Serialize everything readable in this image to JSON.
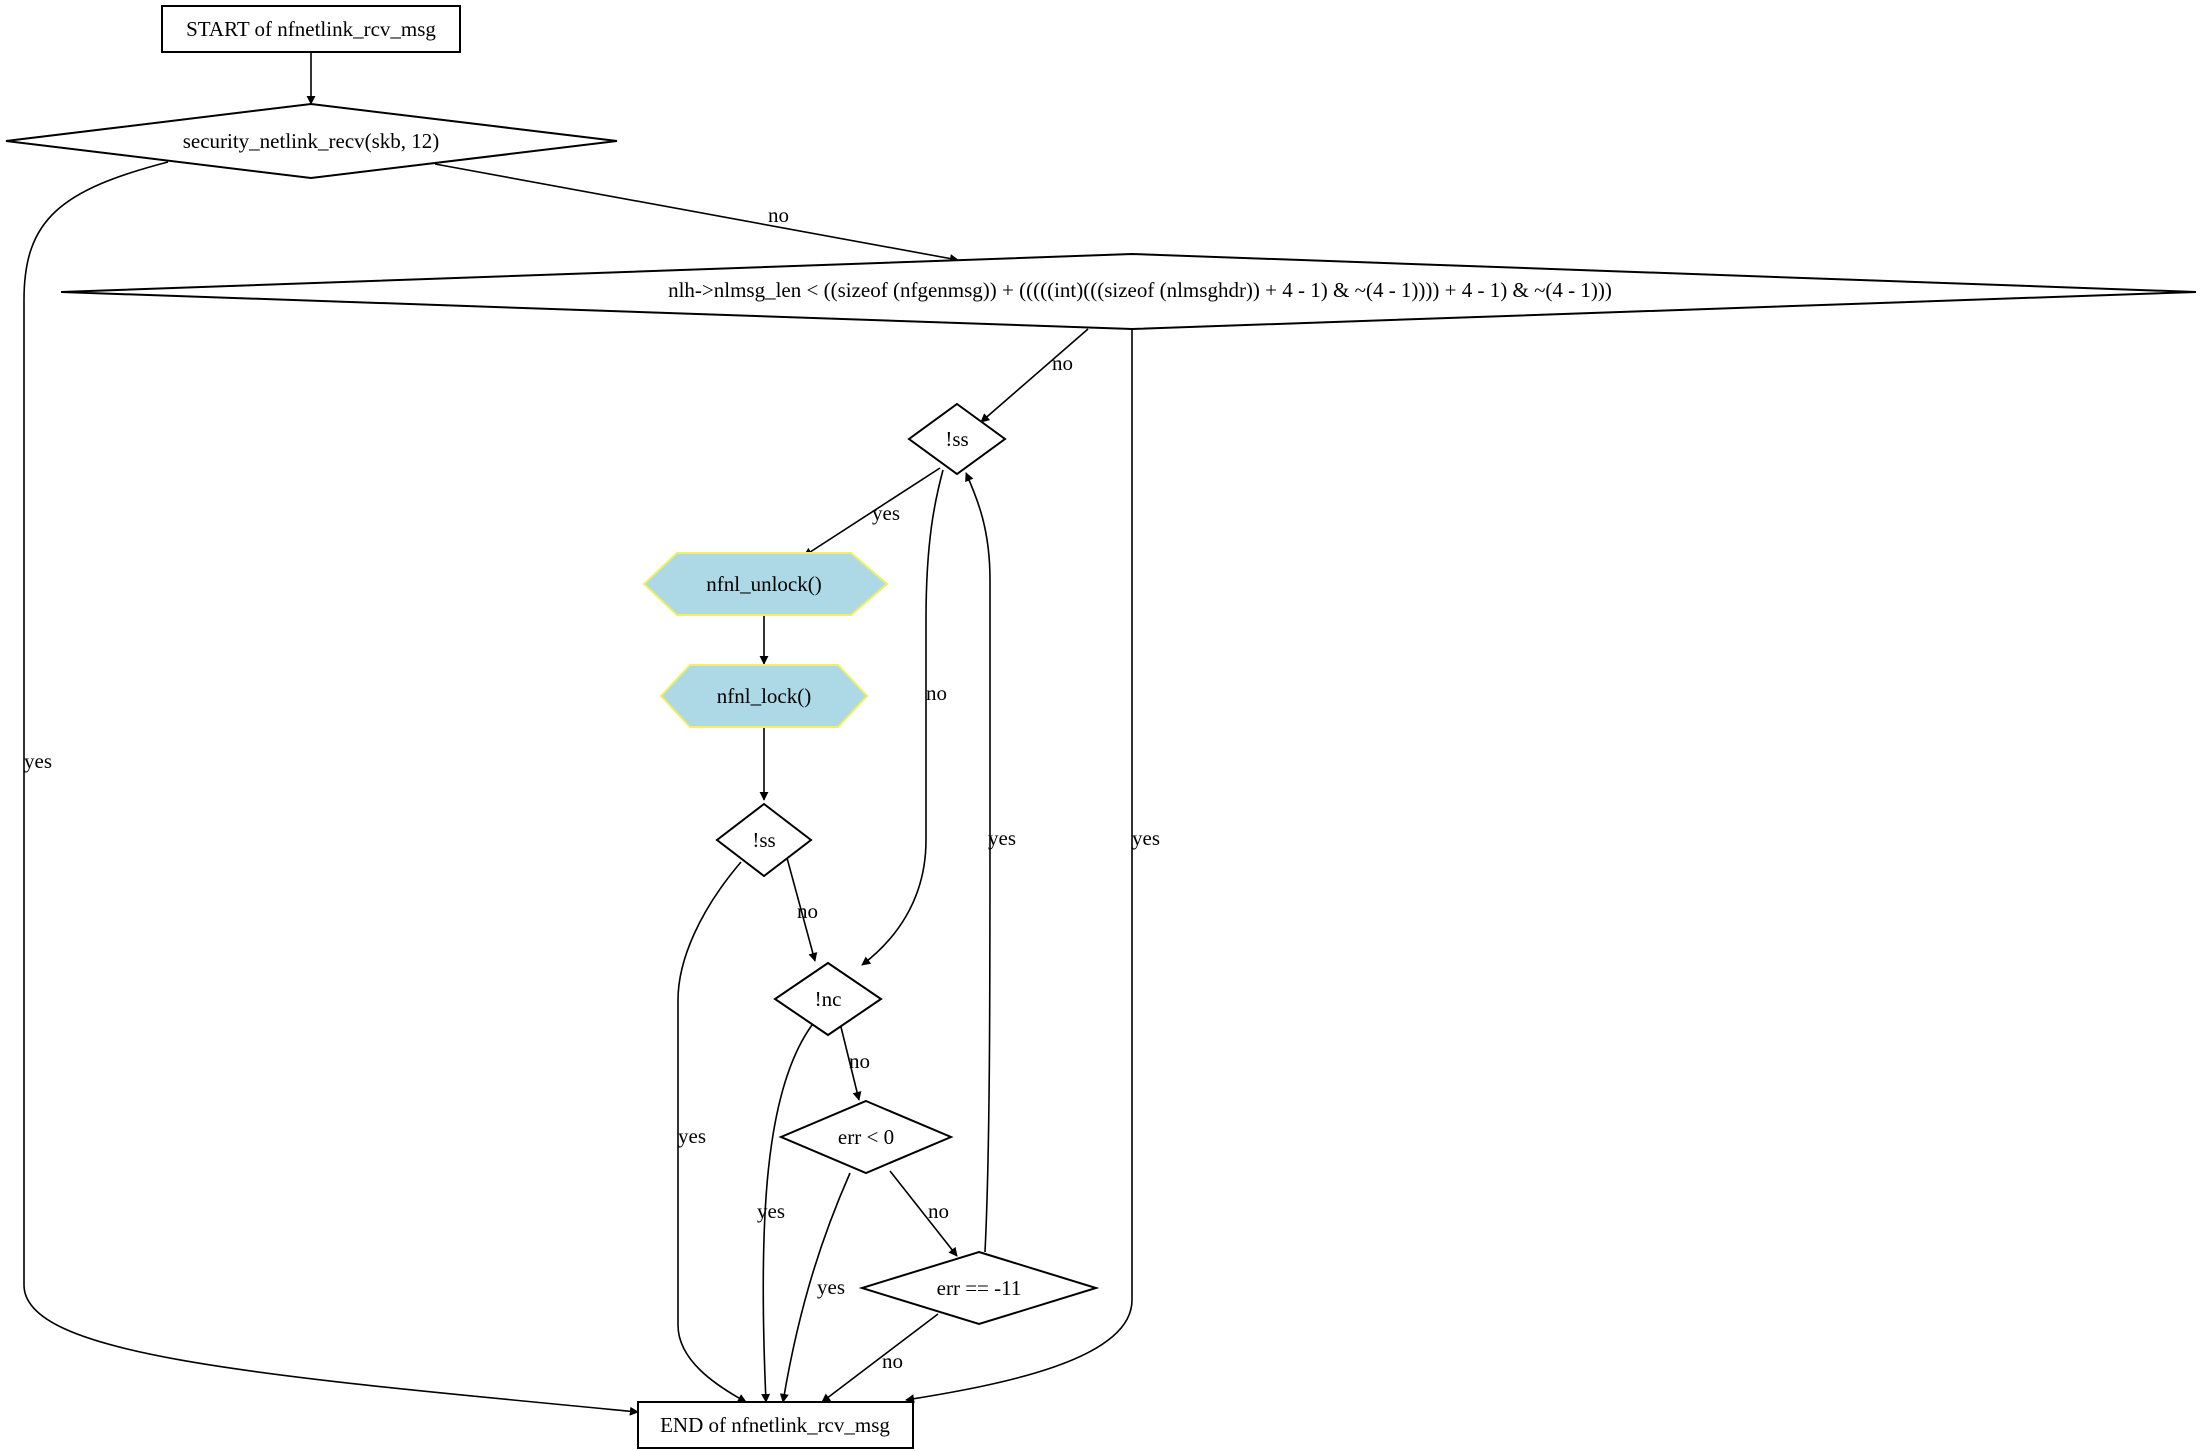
{
  "diagram": {
    "nodes": {
      "start": "START of nfnetlink_rcv_msg",
      "security_check": "security_netlink_recv(skb, 12)",
      "len_check": "nlh->nlmsg_len < ((sizeof (nfgenmsg)) + (((((int)(((sizeof (nlmsghdr)) + 4 - 1) & ~(4 - 1)))) + 4 - 1) & ~(4 - 1)))",
      "ss_check_1": "!ss",
      "unlock": "nfnl_unlock()",
      "lock": "nfnl_lock()",
      "ss_check_2": "!ss",
      "nc_check": "!nc",
      "err_check": "err < 0",
      "eagain_check": "err == -11",
      "end": "END of nfnetlink_rcv_msg"
    },
    "edges": {
      "security_to_len": "no",
      "security_to_end": "yes",
      "len_to_ss1": "no",
      "len_to_end": "yes",
      "ss1_to_unlock": "yes",
      "ss1_to_nc": "no",
      "ss2_to_nc": "no",
      "ss2_to_end": "yes",
      "nc_to_err": "no",
      "nc_to_end": "yes",
      "err_to_eagain": "no",
      "err_to_end": "yes",
      "eagain_to_ss1": "yes",
      "eagain_to_end": "no"
    }
  }
}
